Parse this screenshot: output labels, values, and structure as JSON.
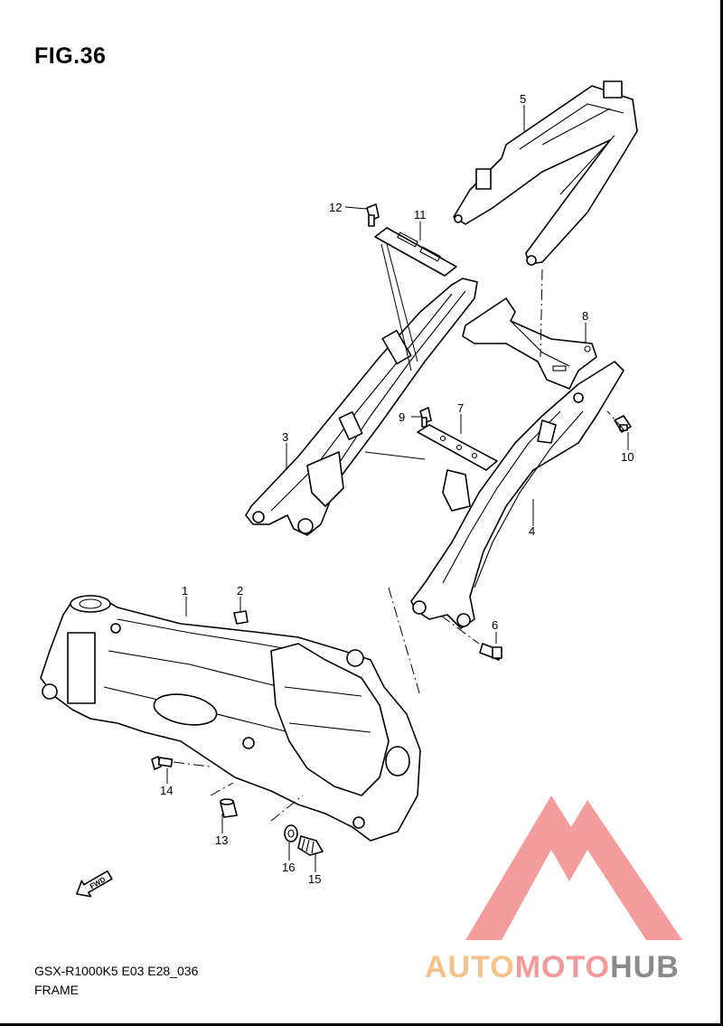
{
  "figure": {
    "title": "FIG.36",
    "model_code": "GSX-R1000K5 E03 E28_036",
    "sheet_name": "FRAME"
  },
  "callouts": [
    "1",
    "2",
    "3",
    "4",
    "5",
    "6",
    "7",
    "8",
    "9",
    "10",
    "11",
    "12",
    "13",
    "14",
    "15",
    "16"
  ],
  "forward_arrow": {
    "label": "FWD"
  },
  "watermark": {
    "part1": "AUTO",
    "part2": "MOTO",
    "part3": "HUB",
    "colors": {
      "auto": "#f5c28a",
      "moto": "#f29a9a",
      "hub": "#8a8a8a",
      "triangle": "#f28b8b"
    }
  }
}
